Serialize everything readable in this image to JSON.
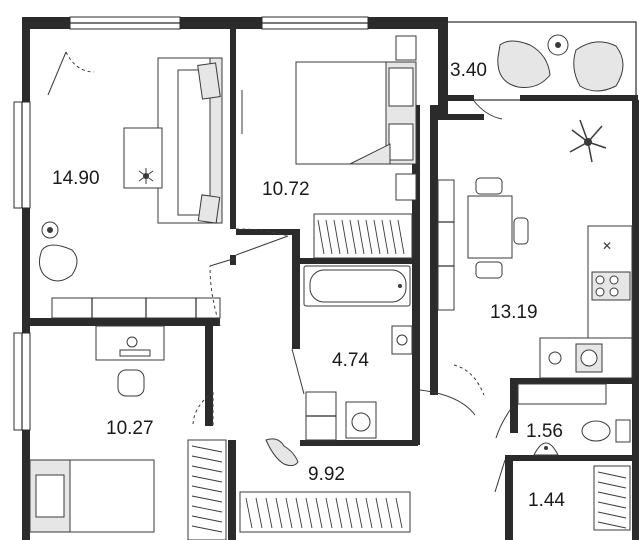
{
  "rooms": [
    {
      "id": "living-room",
      "area": "14.90"
    },
    {
      "id": "bedroom",
      "area": "10.72"
    },
    {
      "id": "balcony",
      "area": "3.40"
    },
    {
      "id": "kitchen",
      "area": "13.19"
    },
    {
      "id": "bathroom",
      "area": "4.74"
    },
    {
      "id": "kids-room",
      "area": "10.27"
    },
    {
      "id": "hallway",
      "area": "9.92"
    },
    {
      "id": "toilet",
      "area": "1.56"
    },
    {
      "id": "storage",
      "area": "1.44"
    }
  ],
  "colors": {
    "wall": "#2b2b2b",
    "furniture_fill": "#e6e6e6",
    "background": "#ffffff"
  },
  "icons": [
    "armchair-icon",
    "plant-icon",
    "cat-icon",
    "washing-machine-icon",
    "sink-icon",
    "toilet-icon",
    "bathtub-icon",
    "stove-icon",
    "desk-lamp-icon"
  ]
}
